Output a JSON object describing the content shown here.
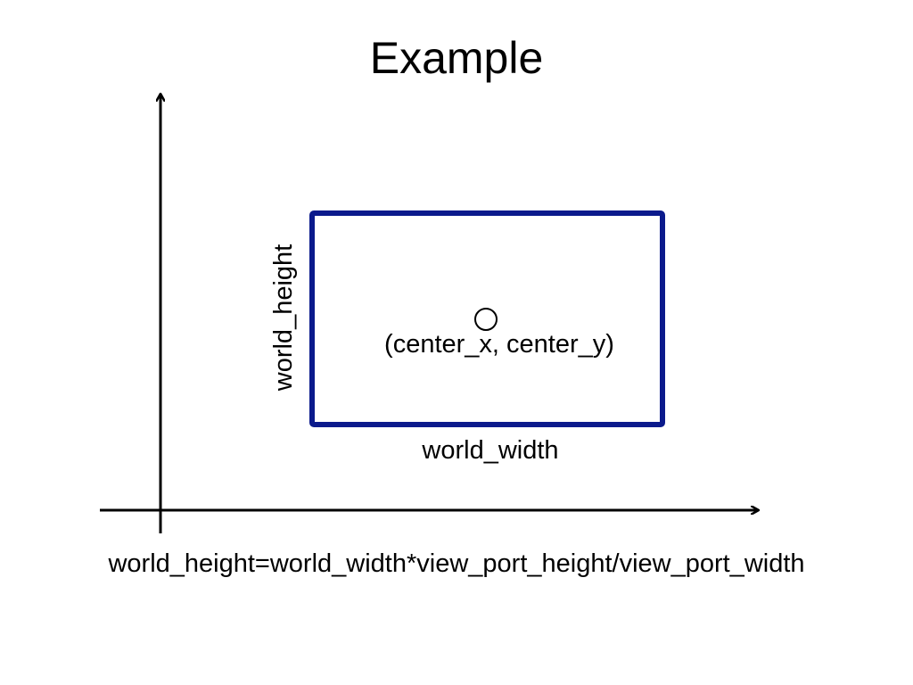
{
  "slide": {
    "title": "Example"
  },
  "diagram": {
    "center_label": "(center_x, center_y)",
    "width_label": "world_width",
    "height_label": "world_height",
    "formula": "world_height=world_width*view_port_height/view_port_width"
  },
  "colors": {
    "rect_stroke": "#0b1a8c",
    "axis": "#000000",
    "text": "#000000"
  }
}
